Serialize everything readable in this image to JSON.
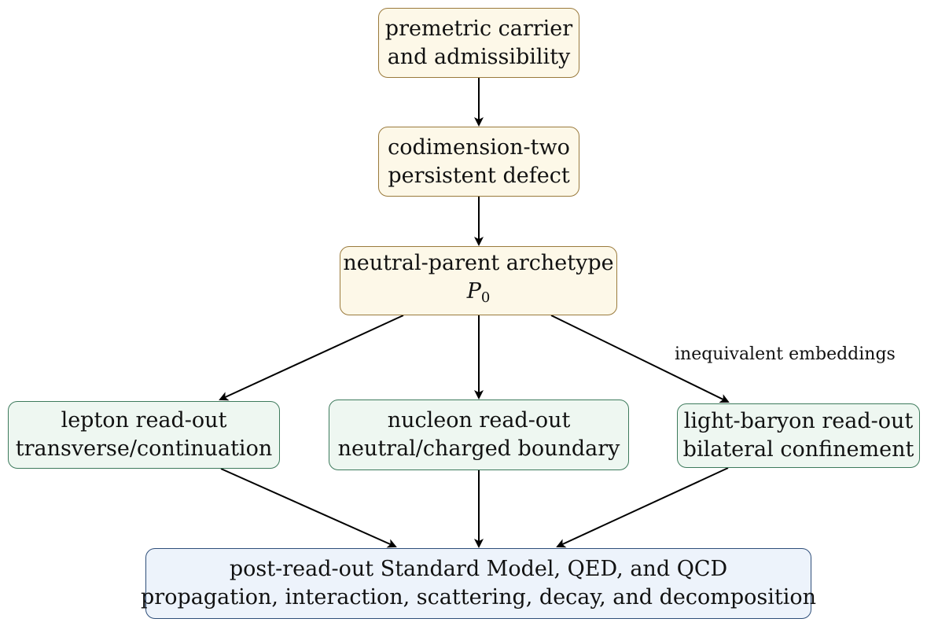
{
  "nodes": {
    "carrier": {
      "line1": "premetric carrier",
      "line2": "and admissibility"
    },
    "defect": {
      "line1": "codimension-two",
      "line2": "persistent defect"
    },
    "archetype": {
      "line1": "neutral-parent archetype",
      "symbol": "P",
      "subscript": "0"
    },
    "lepton": {
      "line1": "lepton read-out",
      "line2": "transverse/continuation"
    },
    "nucleon": {
      "line1": "nucleon read-out",
      "line2": "neutral/charged boundary"
    },
    "light_baryon": {
      "line1": "light-baryon read-out",
      "line2": "bilateral confinement"
    },
    "standard_model": {
      "line1": "post-read-out Standard Model, QED, and QCD",
      "line2": "propagation, interaction, scattering, decay, and decomposition"
    }
  },
  "edge_label": "inequivalent embeddings",
  "colors": {
    "top_fill": "#fdf8e8",
    "top_border": "#9a7a3c",
    "mid_fill": "#eef7f1",
    "mid_border": "#3d7a5c",
    "bottom_fill": "#edf3fb",
    "bottom_border": "#2f4f7a",
    "arrow": "#000000"
  }
}
